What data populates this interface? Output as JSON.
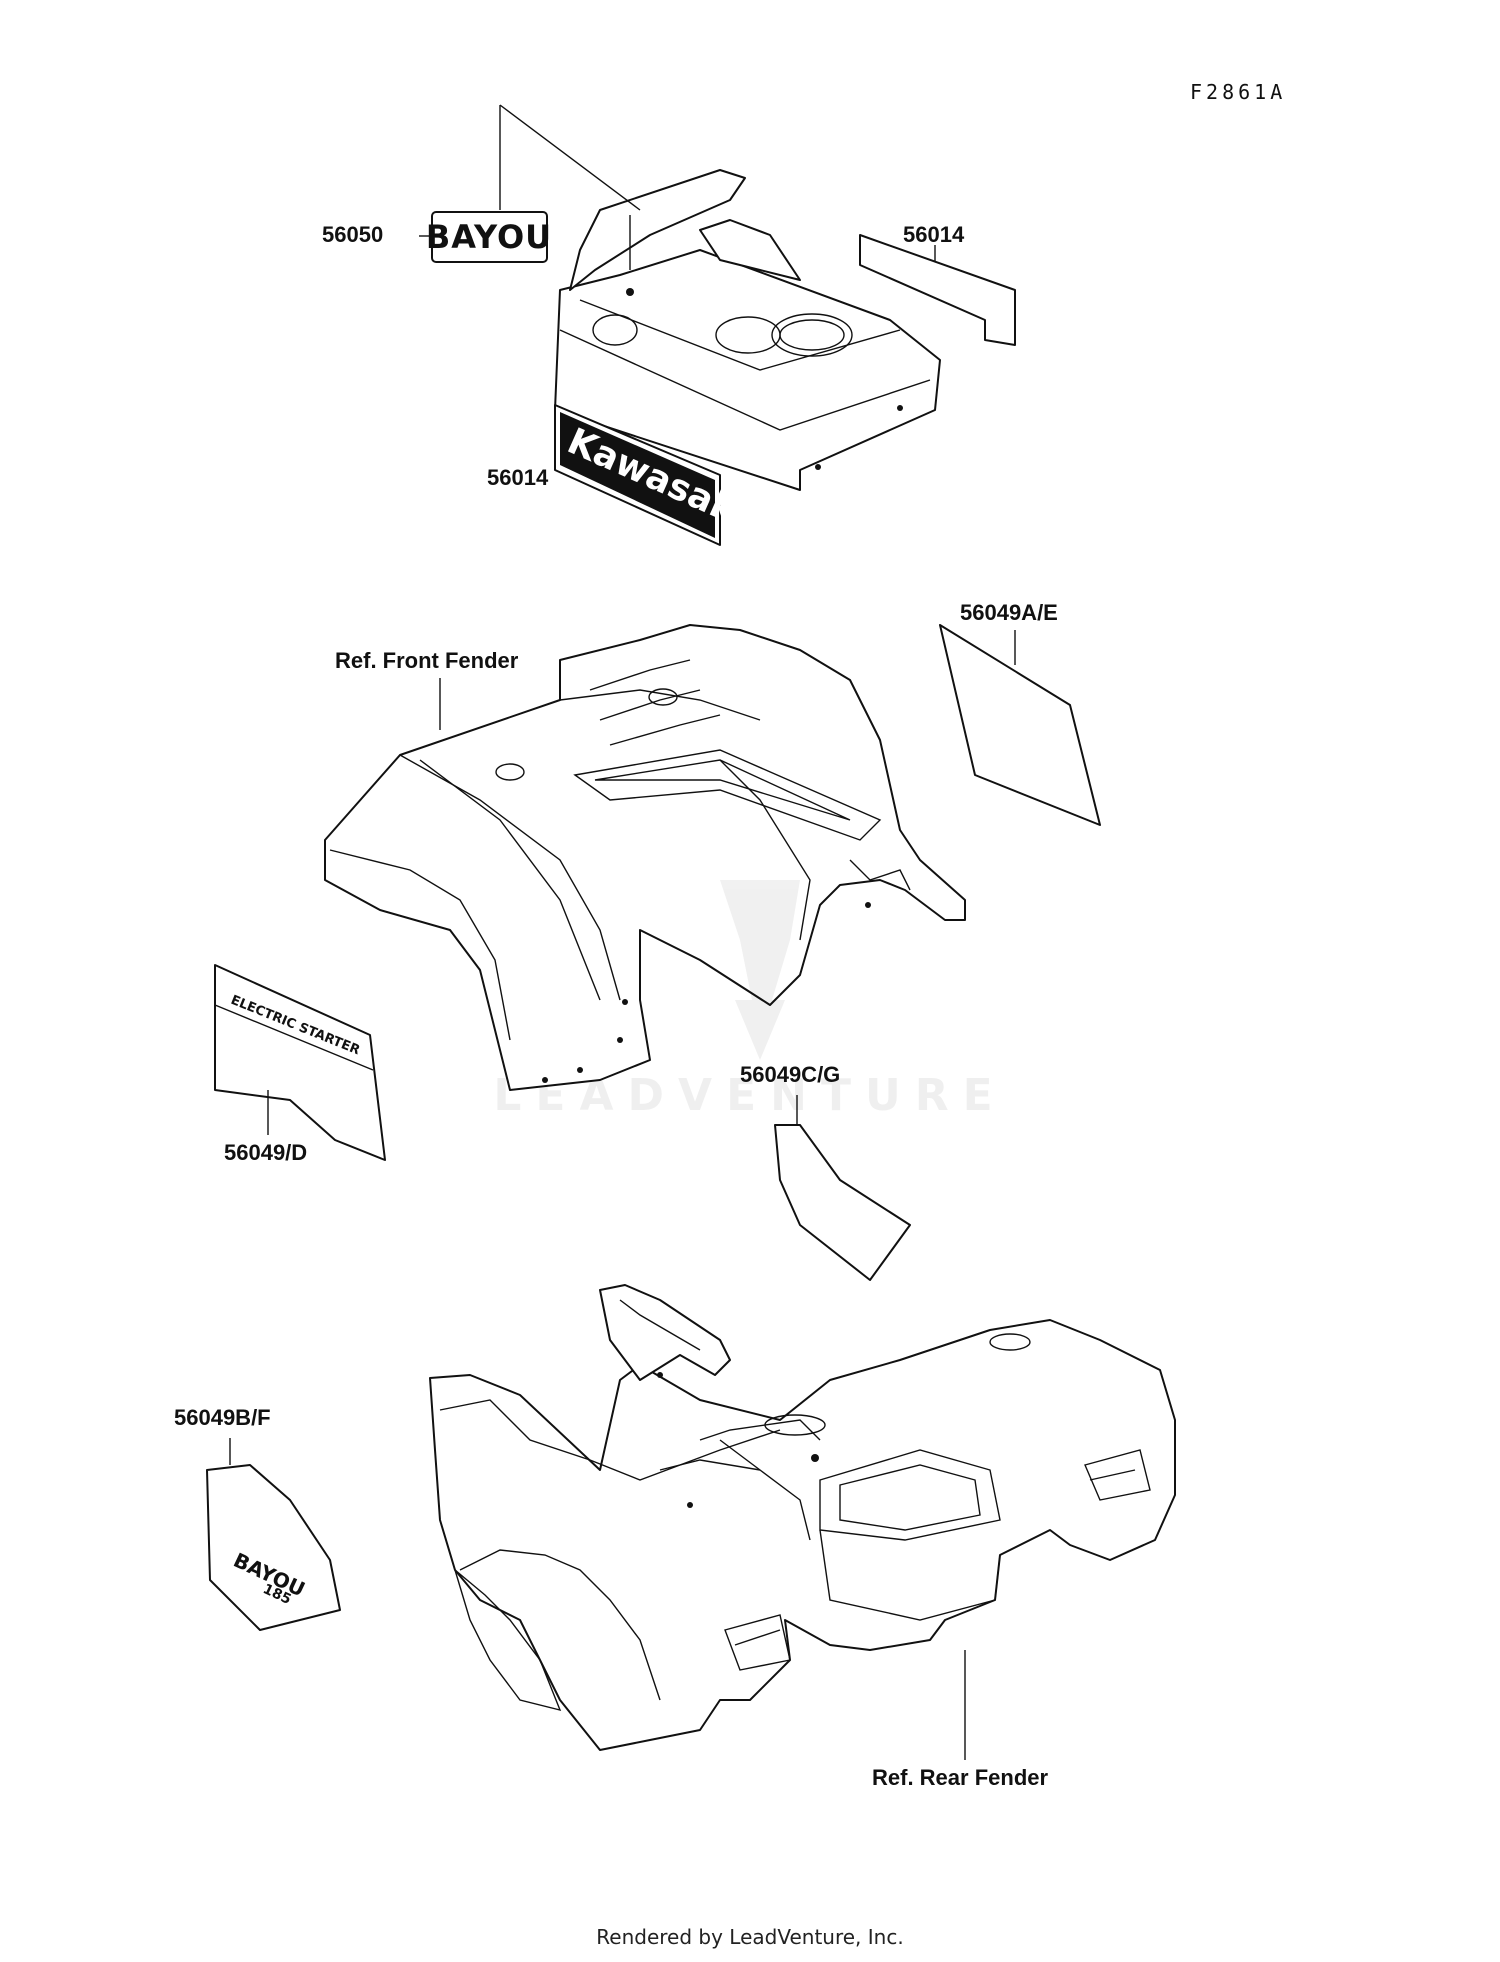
{
  "figure_id": "F2861A",
  "footer": "Rendered by LeadVenture, Inc.",
  "watermark": "LEADVENTURE",
  "decal_text": {
    "bayou": "BAYOU",
    "kawasaki": "Kawasaki",
    "electric_starter": "ELECTRIC STARTER",
    "bayou_small": "BAYOU",
    "bayou_small_sub": "185"
  },
  "callouts": [
    {
      "id": "c-56050",
      "label": "56050"
    },
    {
      "id": "c-56014-top",
      "label": "56014"
    },
    {
      "id": "c-56014-mid",
      "label": "56014"
    },
    {
      "id": "c-56049ae",
      "label": "56049A/E"
    },
    {
      "id": "c-front-fender",
      "label": "Ref. Front Fender"
    },
    {
      "id": "c-56049d",
      "label": "56049/D"
    },
    {
      "id": "c-56049cg",
      "label": "56049C/G"
    },
    {
      "id": "c-56049bf",
      "label": "56049B/F"
    },
    {
      "id": "c-rear-fender",
      "label": "Ref. Rear Fender"
    }
  ]
}
